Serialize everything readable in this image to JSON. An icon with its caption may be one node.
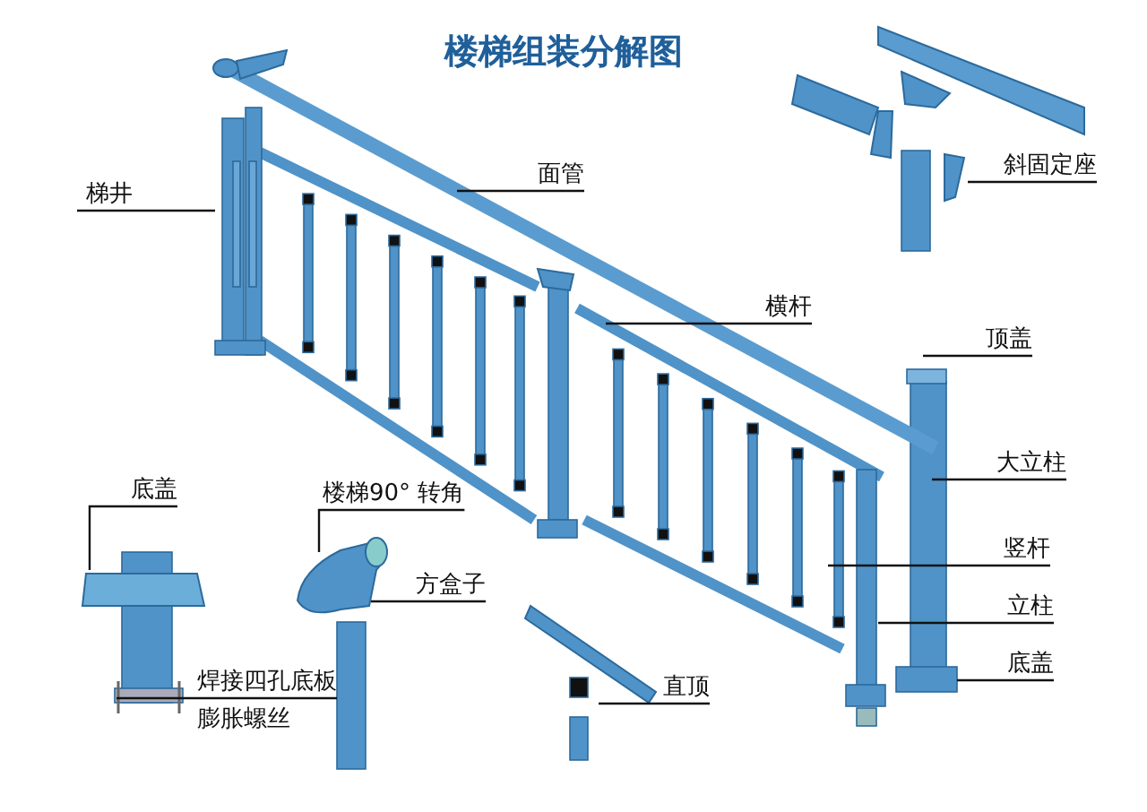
{
  "diagram": {
    "title": "楼梯组装分解图",
    "nodes": [
      {
        "text": [
          "梯井"
        ]
      },
      {
        "text": [
          "面管"
        ]
      },
      {
        "text": [
          "斜固定座"
        ]
      },
      {
        "text": [
          "横杆"
        ]
      },
      {
        "text": [
          "顶盖"
        ]
      },
      {
        "text": [
          "大立柱"
        ]
      },
      {
        "text": [
          "底盖"
        ]
      },
      {
        "text": [
          "楼梯90° 转角"
        ]
      },
      {
        "text": [
          "竖杆"
        ]
      },
      {
        "text": [
          "方盒子"
        ]
      },
      {
        "text": [
          "立柱"
        ]
      },
      {
        "text": [
          "底盖"
        ]
      },
      {
        "text": [
          "焊接四孔底板"
        ]
      },
      {
        "text": [
          "直顶"
        ]
      }
    ],
    "edges": [
      {
        "from": 0,
        "to": null,
        "arrow": "none"
      },
      {
        "from": 1,
        "to": null,
        "arrow": "none"
      },
      {
        "from": 2,
        "to": null,
        "arrow": "none"
      },
      {
        "from": 3,
        "to": null,
        "arrow": "none"
      },
      {
        "from": 4,
        "to": null,
        "arrow": "none"
      },
      {
        "from": 5,
        "to": null,
        "arrow": "none"
      },
      {
        "from": 6,
        "to": null,
        "arrow": "none"
      },
      {
        "from": 7,
        "to": null,
        "arrow": "none"
      },
      {
        "from": 8,
        "to": null,
        "arrow": "none"
      },
      {
        "from": 9,
        "to": null,
        "arrow": "none"
      },
      {
        "from": 10,
        "to": null,
        "arrow": "none"
      },
      {
        "from": 11,
        "to": null,
        "arrow": "none"
      },
      {
        "from": 12,
        "to": null,
        "arrow": "none"
      },
      {
        "from": 13,
        "to": null,
        "arrow": "none"
      }
    ],
    "labels": [
      "膨胀螺丝"
    ]
  }
}
